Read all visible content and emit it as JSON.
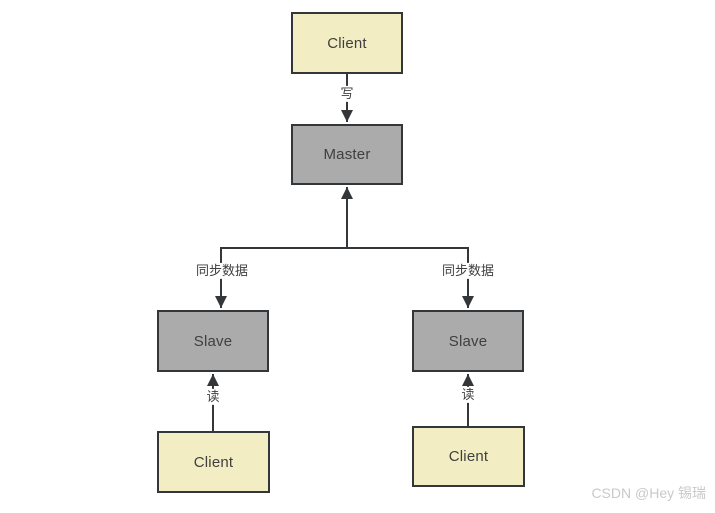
{
  "diagram": {
    "nodes": {
      "client_top": {
        "label": "Client"
      },
      "master": {
        "label": "Master"
      },
      "slave_left": {
        "label": "Slave"
      },
      "slave_right": {
        "label": "Slave"
      },
      "client_left": {
        "label": "Client"
      },
      "client_right": {
        "label": "Client"
      }
    },
    "edges": {
      "write_label": "写",
      "sync_left_label": "同步数据",
      "sync_right_label": "同步数据",
      "read_left_label": "读",
      "read_right_label": "读"
    },
    "colors": {
      "client_fill": "#f2edc3",
      "server_fill": "#ababab",
      "border": "#33373a",
      "line": "#33373a",
      "text": "#3f3f3f",
      "watermark": "#c9c9c9"
    }
  },
  "watermark": {
    "text": "CSDN @Hey 锡瑞"
  }
}
